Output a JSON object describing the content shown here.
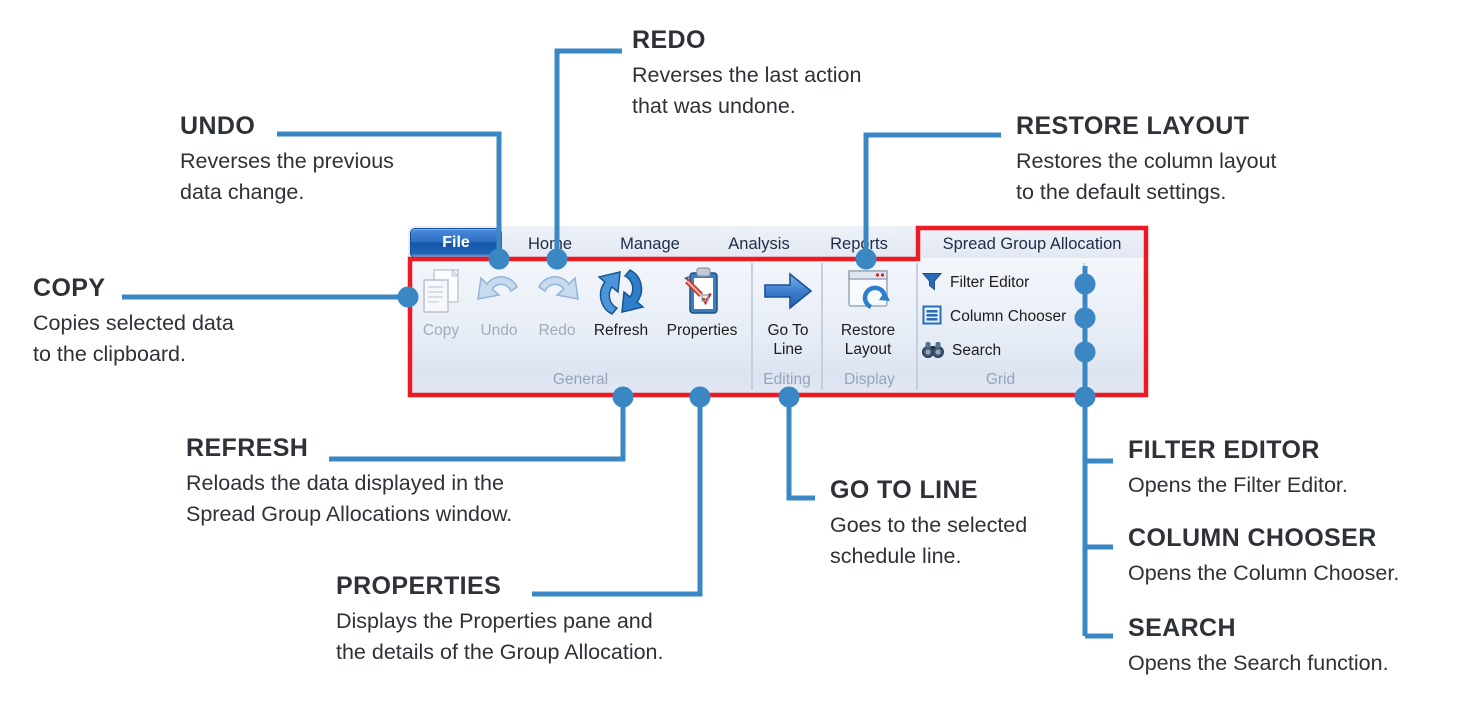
{
  "theme": {
    "accent_blue": "#3a87c3",
    "frame_red": "#ec1b23",
    "text_dark": "#2e3138",
    "disabled_text": "#a2abba",
    "group_label": "#96a3ba"
  },
  "ribbon": {
    "tabs": [
      {
        "label": "File",
        "active": true
      },
      {
        "label": "Home"
      },
      {
        "label": "Manage"
      },
      {
        "label": "Analysis"
      },
      {
        "label": "Reports"
      },
      {
        "label": "Spread Group Allocation",
        "highlighted": true
      }
    ],
    "groups": {
      "general": {
        "label": "General",
        "buttons": {
          "copy": {
            "label": "Copy",
            "disabled": true
          },
          "undo": {
            "label": "Undo",
            "disabled": true
          },
          "redo": {
            "label": "Redo",
            "disabled": true
          },
          "refresh": {
            "label": "Refresh"
          },
          "properties": {
            "label": "Properties"
          }
        }
      },
      "editing": {
        "label": "Editing",
        "buttons": {
          "go_to_line": {
            "label_line1": "Go To",
            "label_line2": "Line"
          }
        }
      },
      "display": {
        "label": "Display",
        "buttons": {
          "restore_layout": {
            "label_line1": "Restore",
            "label_line2": "Layout"
          }
        }
      },
      "grid": {
        "label": "Grid",
        "buttons": {
          "filter_editor": {
            "label": "Filter Editor"
          },
          "column_chooser": {
            "label": "Column Chooser"
          },
          "search": {
            "label": "Search"
          }
        }
      }
    }
  },
  "callouts": {
    "undo": {
      "title": "UNDO",
      "line1": "Reverses the previous",
      "line2": "data change."
    },
    "redo": {
      "title": "REDO",
      "line1": "Reverses the last action",
      "line2": "that was undone."
    },
    "restore_layout": {
      "title": "RESTORE LAYOUT",
      "line1": "Restores the column layout",
      "line2": "to the default settings."
    },
    "copy": {
      "title": "COPY",
      "line1": "Copies selected data",
      "line2": "to the clipboard."
    },
    "refresh": {
      "title": "REFRESH",
      "line1": "Reloads the data displayed in the",
      "line2": "Spread Group Allocations window."
    },
    "properties": {
      "title": "PROPERTIES",
      "line1": "Displays the Properties pane and",
      "line2": "the details of the Group Allocation."
    },
    "go_to_line": {
      "title": "GO TO LINE",
      "line1": "Goes to the selected",
      "line2": "schedule line."
    },
    "filter_editor": {
      "title": "FILTER EDITOR",
      "line1": "Opens the Filter Editor."
    },
    "column_chooser": {
      "title": "COLUMN CHOOSER",
      "line1": "Opens the Column Chooser."
    },
    "search": {
      "title": "SEARCH",
      "line1": "Opens the Search function."
    }
  }
}
